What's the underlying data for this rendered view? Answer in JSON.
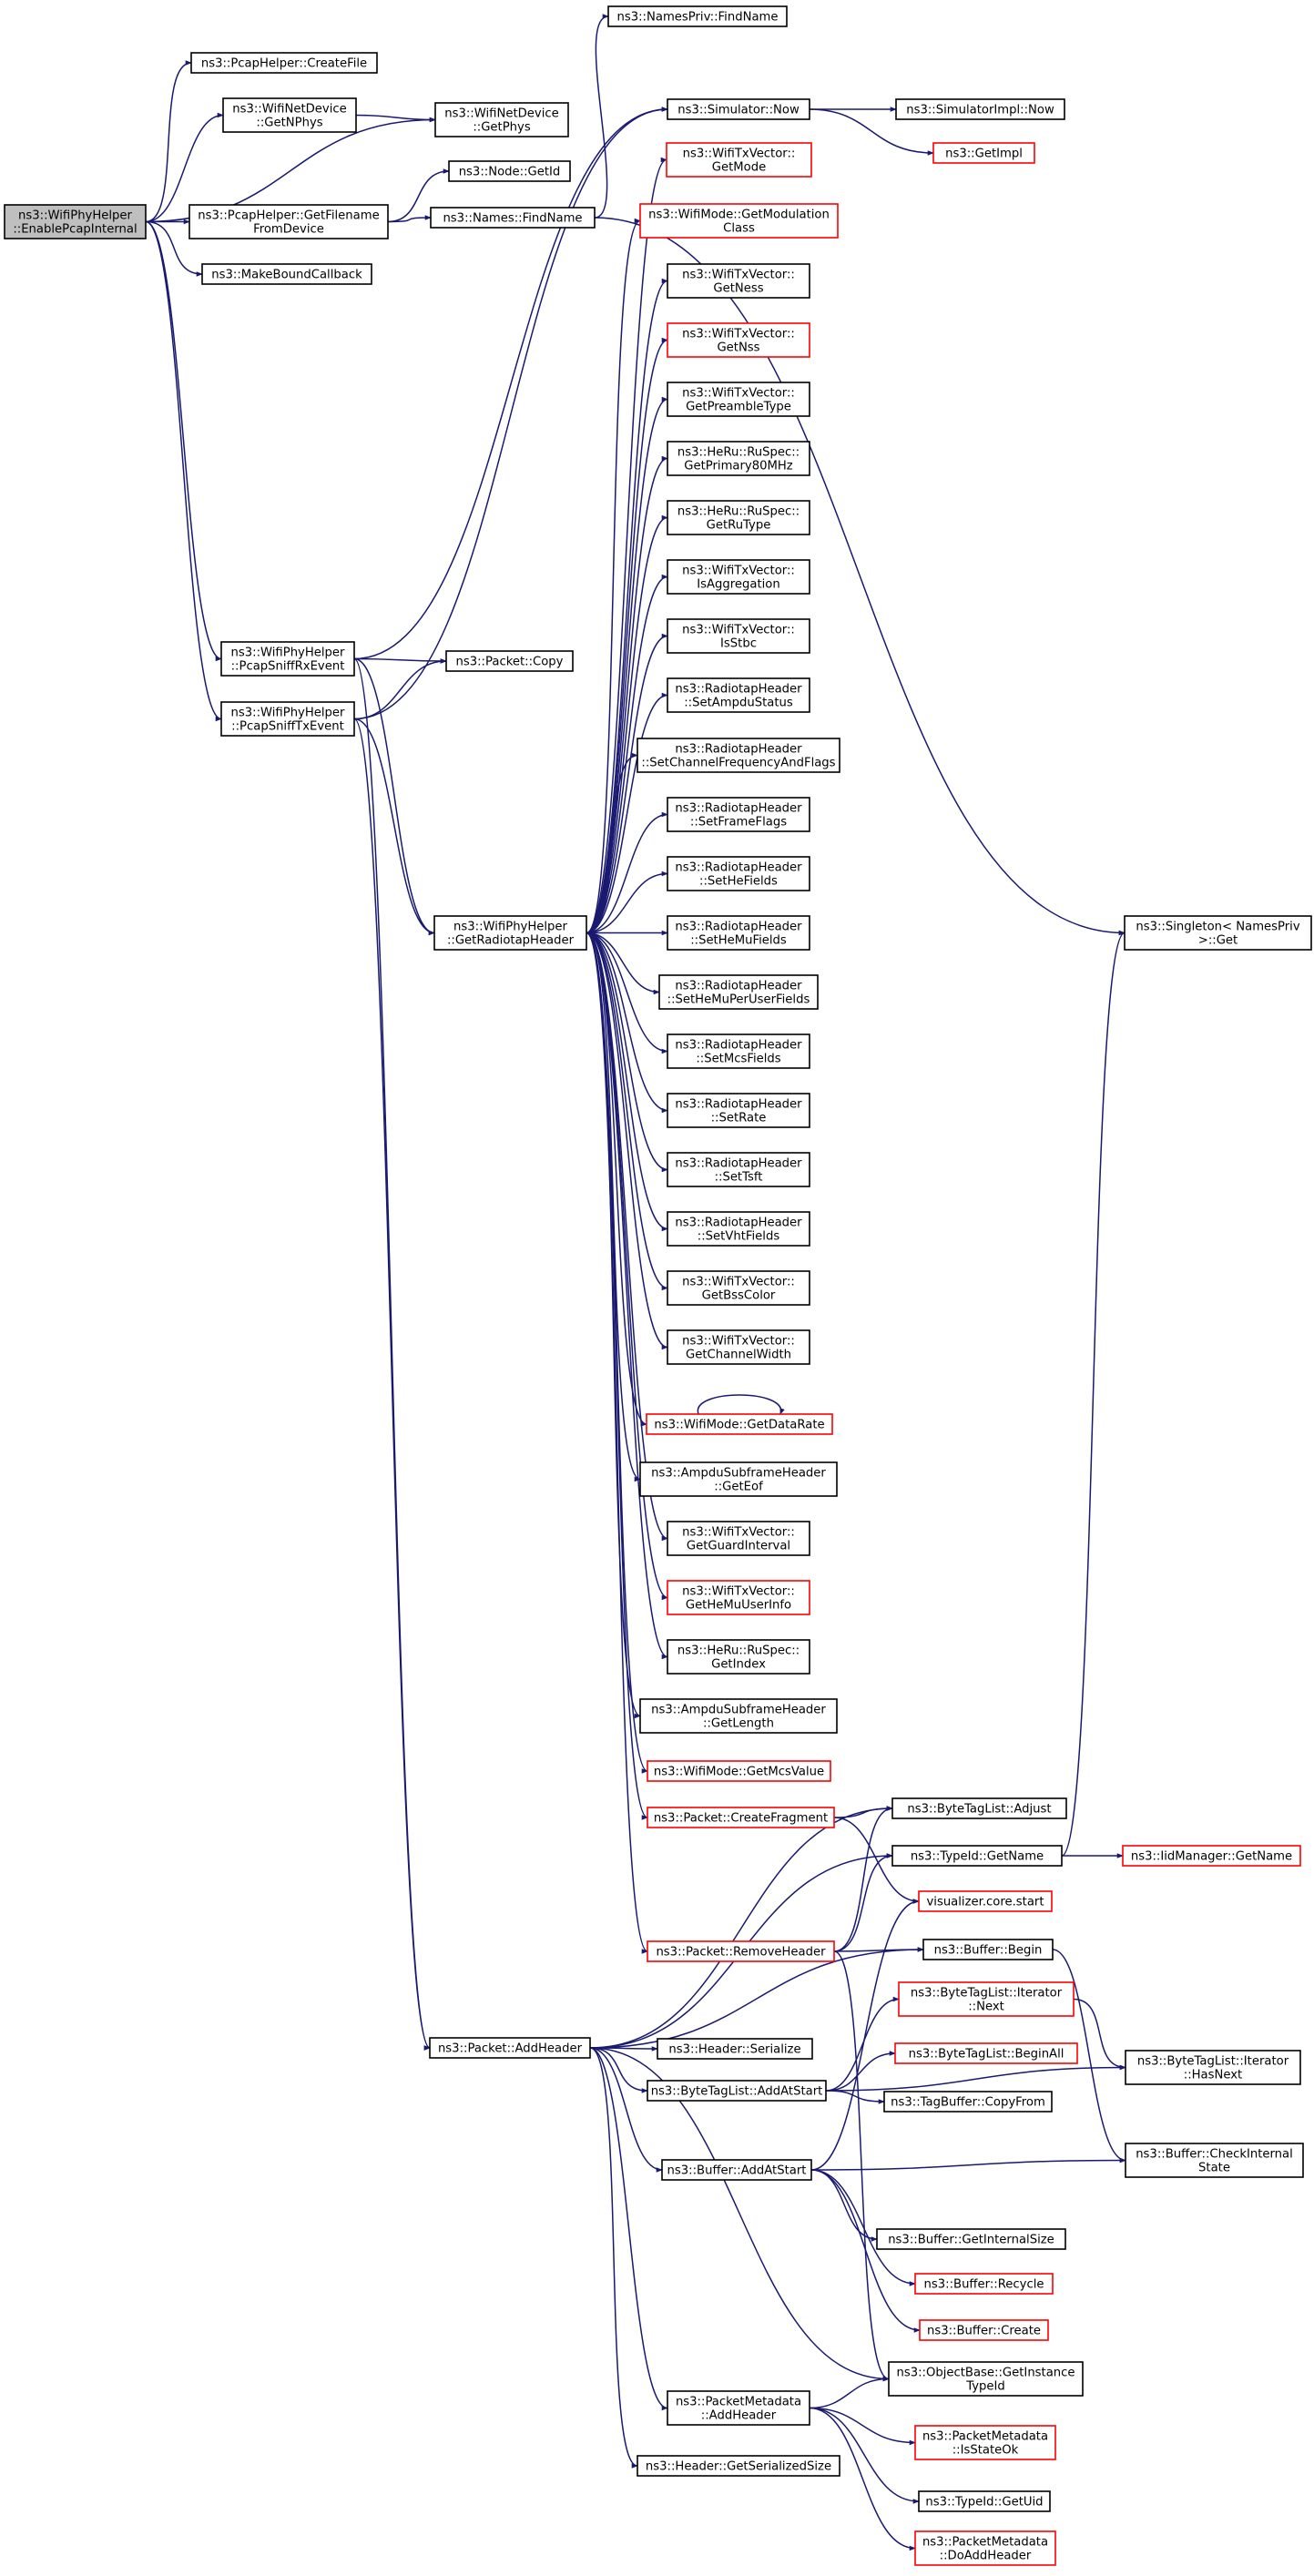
{
  "diagram": {
    "colors": {
      "edge": "#191970",
      "border_normal": "#000000",
      "border_truncated": "#ff0000",
      "fill_normal": "#ffffff",
      "fill_root": "#bfbfbf"
    },
    "nodes": [
      {
        "id": "root",
        "lines": [
          "ns3::WifiPhyHelper",
          "::EnablePcapInternal"
        ],
        "style": "root"
      },
      {
        "id": "pcap_create",
        "lines": [
          "ns3::PcapHelper::CreateFile"
        ],
        "style": "normal"
      },
      {
        "id": "getnphys",
        "lines": [
          "ns3::WifiNetDevice",
          "::GetNPhys"
        ],
        "style": "normal"
      },
      {
        "id": "getphys",
        "lines": [
          "ns3::WifiNetDevice",
          "::GetPhys"
        ],
        "style": "normal"
      },
      {
        "id": "getfilename",
        "lines": [
          "ns3::PcapHelper::GetFilename",
          "FromDevice"
        ],
        "style": "normal"
      },
      {
        "id": "node_getid",
        "lines": [
          "ns3::Node::GetId"
        ],
        "style": "normal"
      },
      {
        "id": "names_find",
        "lines": [
          "ns3::Names::FindName"
        ],
        "style": "normal"
      },
      {
        "id": "makebound",
        "lines": [
          "ns3::MakeBoundCallback"
        ],
        "style": "normal"
      },
      {
        "id": "namespriv_find",
        "lines": [
          "ns3::NamesPriv::FindName"
        ],
        "style": "normal"
      },
      {
        "id": "sim_now",
        "lines": [
          "ns3::Simulator::Now"
        ],
        "style": "normal"
      },
      {
        "id": "simimpl_now",
        "lines": [
          "ns3::SimulatorImpl::Now"
        ],
        "style": "normal"
      },
      {
        "id": "getimpl",
        "lines": [
          "ns3::GetImpl"
        ],
        "style": "truncated"
      },
      {
        "id": "tx_getmode",
        "lines": [
          "ns3::WifiTxVector::",
          "GetMode"
        ],
        "style": "truncated"
      },
      {
        "id": "mode_modclass",
        "lines": [
          "ns3::WifiMode::GetModulation",
          "Class"
        ],
        "style": "truncated"
      },
      {
        "id": "tx_getness",
        "lines": [
          "ns3::WifiTxVector::",
          "GetNess"
        ],
        "style": "normal"
      },
      {
        "id": "tx_getnss",
        "lines": [
          "ns3::WifiTxVector::",
          "GetNss"
        ],
        "style": "truncated"
      },
      {
        "id": "tx_getpreamble",
        "lines": [
          "ns3::WifiTxVector::",
          "GetPreambleType"
        ],
        "style": "normal"
      },
      {
        "id": "heru_primary",
        "lines": [
          "ns3::HeRu::RuSpec::",
          "GetPrimary80MHz"
        ],
        "style": "normal"
      },
      {
        "id": "heru_rutype",
        "lines": [
          "ns3::HeRu::RuSpec::",
          "GetRuType"
        ],
        "style": "normal"
      },
      {
        "id": "tx_isagg",
        "lines": [
          "ns3::WifiTxVector::",
          "IsAggregation"
        ],
        "style": "normal"
      },
      {
        "id": "tx_isstbc",
        "lines": [
          "ns3::WifiTxVector::",
          "IsStbc"
        ],
        "style": "normal"
      },
      {
        "id": "rt_ampdu",
        "lines": [
          "ns3::RadiotapHeader",
          "::SetAmpduStatus"
        ],
        "style": "normal"
      },
      {
        "id": "rt_chan",
        "lines": [
          "ns3::RadiotapHeader",
          "::SetChannelFrequencyAndFlags"
        ],
        "style": "normal"
      },
      {
        "id": "rt_frameflags",
        "lines": [
          "ns3::RadiotapHeader",
          "::SetFrameFlags"
        ],
        "style": "normal"
      },
      {
        "id": "rt_he",
        "lines": [
          "ns3::RadiotapHeader",
          "::SetHeFields"
        ],
        "style": "normal"
      },
      {
        "id": "rt_hemu",
        "lines": [
          "ns3::RadiotapHeader",
          "::SetHeMuFields"
        ],
        "style": "normal"
      },
      {
        "id": "rt_hemuper",
        "lines": [
          "ns3::RadiotapHeader",
          "::SetHeMuPerUserFields"
        ],
        "style": "normal"
      },
      {
        "id": "rt_mcs",
        "lines": [
          "ns3::RadiotapHeader",
          "::SetMcsFields"
        ],
        "style": "normal"
      },
      {
        "id": "rt_rate",
        "lines": [
          "ns3::RadiotapHeader",
          "::SetRate"
        ],
        "style": "normal"
      },
      {
        "id": "rt_tsft",
        "lines": [
          "ns3::RadiotapHeader",
          "::SetTsft"
        ],
        "style": "normal"
      },
      {
        "id": "rt_vht",
        "lines": [
          "ns3::RadiotapHeader",
          "::SetVhtFields"
        ],
        "style": "normal"
      },
      {
        "id": "tx_bss",
        "lines": [
          "ns3::WifiTxVector::",
          "GetBssColor"
        ],
        "style": "normal"
      },
      {
        "id": "tx_chw",
        "lines": [
          "ns3::WifiTxVector::",
          "GetChannelWidth"
        ],
        "style": "normal"
      },
      {
        "id": "mode_datarate",
        "lines": [
          "ns3::WifiMode::GetDataRate"
        ],
        "style": "truncated"
      },
      {
        "id": "ampdu_eof",
        "lines": [
          "ns3::AmpduSubframeHeader",
          "::GetEof"
        ],
        "style": "normal"
      },
      {
        "id": "tx_guard",
        "lines": [
          "ns3::WifiTxVector::",
          "GetGuardInterval"
        ],
        "style": "normal"
      },
      {
        "id": "tx_hemu",
        "lines": [
          "ns3::WifiTxVector::",
          "GetHeMuUserInfo"
        ],
        "style": "truncated"
      },
      {
        "id": "heru_index",
        "lines": [
          "ns3::HeRu::RuSpec::",
          "GetIndex"
        ],
        "style": "normal"
      },
      {
        "id": "ampdu_len",
        "lines": [
          "ns3::AmpduSubframeHeader",
          "::GetLength"
        ],
        "style": "normal"
      },
      {
        "id": "mode_mcs",
        "lines": [
          "ns3::WifiMode::GetMcsValue"
        ],
        "style": "truncated"
      },
      {
        "id": "pkt_frag",
        "lines": [
          "ns3::Packet::CreateFragment"
        ],
        "style": "truncated"
      },
      {
        "id": "singleton",
        "lines": [
          "ns3::Singleton< NamesPriv",
          " >::Get"
        ],
        "style": "normal"
      },
      {
        "id": "rx_event",
        "lines": [
          "ns3::WifiPhyHelper",
          "::PcapSniffRxEvent"
        ],
        "style": "normal"
      },
      {
        "id": "tx_event",
        "lines": [
          "ns3::WifiPhyHelper",
          "::PcapSniffTxEvent"
        ],
        "style": "normal"
      },
      {
        "id": "pkt_copy",
        "lines": [
          "ns3::Packet::Copy"
        ],
        "style": "normal"
      },
      {
        "id": "radiotap",
        "lines": [
          "ns3::WifiPhyHelper",
          "::GetRadiotapHeader"
        ],
        "style": "normal"
      },
      {
        "id": "btl_adjust",
        "lines": [
          "ns3::ByteTagList::Adjust"
        ],
        "style": "normal"
      },
      {
        "id": "typeid_name",
        "lines": [
          "ns3::TypeId::GetName"
        ],
        "style": "normal"
      },
      {
        "id": "iid_name",
        "lines": [
          "ns3::IidManager::GetName"
        ],
        "style": "truncated"
      },
      {
        "id": "viz",
        "lines": [
          "visualizer.core.start"
        ],
        "style": "truncated"
      },
      {
        "id": "pkt_remove",
        "lines": [
          "ns3::Packet::RemoveHeader"
        ],
        "style": "truncated"
      },
      {
        "id": "buf_begin",
        "lines": [
          "ns3::Buffer::Begin"
        ],
        "style": "normal"
      },
      {
        "id": "btl_iter_next",
        "lines": [
          "ns3::ByteTagList::Iterator",
          "::Next"
        ],
        "style": "truncated"
      },
      {
        "id": "btl_beginall",
        "lines": [
          "ns3::ByteTagList::BeginAll"
        ],
        "style": "truncated"
      },
      {
        "id": "btl_iter_hasnext",
        "lines": [
          "ns3::ByteTagList::Iterator",
          "::HasNext"
        ],
        "style": "normal"
      },
      {
        "id": "pkt_addheader",
        "lines": [
          "ns3::Packet::AddHeader"
        ],
        "style": "normal"
      },
      {
        "id": "hdr_serialize",
        "lines": [
          "ns3::Header::Serialize"
        ],
        "style": "normal"
      },
      {
        "id": "btl_addatstart",
        "lines": [
          "ns3::ByteTagList::AddAtStart"
        ],
        "style": "normal"
      },
      {
        "id": "tagbuf_copy",
        "lines": [
          "ns3::TagBuffer::CopyFrom"
        ],
        "style": "normal"
      },
      {
        "id": "buf_check",
        "lines": [
          "ns3::Buffer::CheckInternal",
          "State"
        ],
        "style": "normal"
      },
      {
        "id": "buf_addatstart",
        "lines": [
          "ns3::Buffer::AddAtStart"
        ],
        "style": "normal"
      },
      {
        "id": "buf_intsize",
        "lines": [
          "ns3::Buffer::GetInternalSize"
        ],
        "style": "normal"
      },
      {
        "id": "buf_recycle",
        "lines": [
          "ns3::Buffer::Recycle"
        ],
        "style": "truncated"
      },
      {
        "id": "buf_create",
        "lines": [
          "ns3::Buffer::Create"
        ],
        "style": "truncated"
      },
      {
        "id": "objbase_typeid",
        "lines": [
          "ns3::ObjectBase::GetInstance",
          "TypeId"
        ],
        "style": "normal"
      },
      {
        "id": "pm_addheader",
        "lines": [
          "ns3::PacketMetadata",
          "::AddHeader"
        ],
        "style": "normal"
      },
      {
        "id": "pm_isstateok",
        "lines": [
          "ns3::PacketMetadata",
          "::IsStateOk"
        ],
        "style": "truncated"
      },
      {
        "id": "hdr_sersize",
        "lines": [
          "ns3::Header::GetSerializedSize"
        ],
        "style": "normal"
      },
      {
        "id": "typeid_uid",
        "lines": [
          "ns3::TypeId::GetUid"
        ],
        "style": "normal"
      },
      {
        "id": "pm_doadd",
        "lines": [
          "ns3::PacketMetadata",
          "::DoAddHeader"
        ],
        "style": "truncated"
      }
    ],
    "edges": [
      {
        "from": "root",
        "to": "pcap_create"
      },
      {
        "from": "root",
        "to": "getnphys"
      },
      {
        "from": "root",
        "to": "getphys"
      },
      {
        "from": "root",
        "to": "getfilename"
      },
      {
        "from": "root",
        "to": "makebound"
      },
      {
        "from": "root",
        "to": "rx_event"
      },
      {
        "from": "root",
        "to": "tx_event"
      },
      {
        "from": "getnphys",
        "to": "getphys"
      },
      {
        "from": "getfilename",
        "to": "node_getid"
      },
      {
        "from": "getfilename",
        "to": "names_find"
      },
      {
        "from": "names_find",
        "to": "namespriv_find"
      },
      {
        "from": "names_find",
        "to": "singleton"
      },
      {
        "from": "sim_now",
        "to": "simimpl_now"
      },
      {
        "from": "sim_now",
        "to": "getimpl"
      },
      {
        "from": "rx_event",
        "to": "sim_now"
      },
      {
        "from": "rx_event",
        "to": "pkt_copy"
      },
      {
        "from": "rx_event",
        "to": "radiotap"
      },
      {
        "from": "rx_event",
        "to": "pkt_addheader"
      },
      {
        "from": "tx_event",
        "to": "sim_now"
      },
      {
        "from": "tx_event",
        "to": "pkt_copy"
      },
      {
        "from": "tx_event",
        "to": "radiotap"
      },
      {
        "from": "tx_event",
        "to": "pkt_addheader"
      },
      {
        "from": "radiotap",
        "to": "tx_getmode"
      },
      {
        "from": "radiotap",
        "to": "mode_modclass"
      },
      {
        "from": "radiotap",
        "to": "tx_getness"
      },
      {
        "from": "radiotap",
        "to": "tx_getnss"
      },
      {
        "from": "radiotap",
        "to": "tx_getpreamble"
      },
      {
        "from": "radiotap",
        "to": "heru_primary"
      },
      {
        "from": "radiotap",
        "to": "heru_rutype"
      },
      {
        "from": "radiotap",
        "to": "tx_isagg"
      },
      {
        "from": "radiotap",
        "to": "tx_isstbc"
      },
      {
        "from": "radiotap",
        "to": "rt_ampdu"
      },
      {
        "from": "radiotap",
        "to": "rt_chan"
      },
      {
        "from": "radiotap",
        "to": "rt_frameflags"
      },
      {
        "from": "radiotap",
        "to": "rt_he"
      },
      {
        "from": "radiotap",
        "to": "rt_hemu"
      },
      {
        "from": "radiotap",
        "to": "rt_hemuper"
      },
      {
        "from": "radiotap",
        "to": "rt_mcs"
      },
      {
        "from": "radiotap",
        "to": "rt_rate"
      },
      {
        "from": "radiotap",
        "to": "rt_tsft"
      },
      {
        "from": "radiotap",
        "to": "rt_vht"
      },
      {
        "from": "radiotap",
        "to": "tx_bss"
      },
      {
        "from": "radiotap",
        "to": "tx_chw"
      },
      {
        "from": "radiotap",
        "to": "mode_datarate"
      },
      {
        "from": "radiotap",
        "to": "ampdu_eof"
      },
      {
        "from": "radiotap",
        "to": "tx_guard"
      },
      {
        "from": "radiotap",
        "to": "tx_hemu"
      },
      {
        "from": "radiotap",
        "to": "heru_index"
      },
      {
        "from": "radiotap",
        "to": "ampdu_len"
      },
      {
        "from": "radiotap",
        "to": "mode_mcs"
      },
      {
        "from": "radiotap",
        "to": "pkt_frag"
      },
      {
        "from": "radiotap",
        "to": "pkt_remove"
      },
      {
        "from": "mode_datarate",
        "to": "mode_datarate"
      },
      {
        "from": "pkt_frag",
        "to": "btl_adjust"
      },
      {
        "from": "pkt_frag",
        "to": "viz"
      },
      {
        "from": "typeid_name",
        "to": "iid_name"
      },
      {
        "from": "typeid_name",
        "to": "singleton"
      },
      {
        "from": "pkt_remove",
        "to": "btl_adjust"
      },
      {
        "from": "pkt_remove",
        "to": "typeid_name"
      },
      {
        "from": "pkt_remove",
        "to": "buf_begin"
      },
      {
        "from": "pkt_remove",
        "to": "objbase_typeid"
      },
      {
        "from": "buf_begin",
        "to": "buf_check"
      },
      {
        "from": "btl_iter_next",
        "to": "btl_iter_hasnext"
      },
      {
        "from": "pkt_addheader",
        "to": "btl_adjust"
      },
      {
        "from": "pkt_addheader",
        "to": "typeid_name"
      },
      {
        "from": "pkt_addheader",
        "to": "buf_begin"
      },
      {
        "from": "pkt_addheader",
        "to": "hdr_serialize"
      },
      {
        "from": "pkt_addheader",
        "to": "btl_addatstart"
      },
      {
        "from": "pkt_addheader",
        "to": "buf_addatstart"
      },
      {
        "from": "pkt_addheader",
        "to": "objbase_typeid"
      },
      {
        "from": "pkt_addheader",
        "to": "pm_addheader"
      },
      {
        "from": "pkt_addheader",
        "to": "hdr_sersize"
      },
      {
        "from": "btl_addatstart",
        "to": "btl_iter_next"
      },
      {
        "from": "btl_addatstart",
        "to": "btl_beginall"
      },
      {
        "from": "btl_addatstart",
        "to": "tagbuf_copy"
      },
      {
        "from": "btl_addatstart",
        "to": "btl_iter_hasnext"
      },
      {
        "from": "buf_addatstart",
        "to": "viz"
      },
      {
        "from": "buf_addatstart",
        "to": "buf_check"
      },
      {
        "from": "buf_addatstart",
        "to": "buf_intsize"
      },
      {
        "from": "buf_addatstart",
        "to": "buf_recycle"
      },
      {
        "from": "buf_addatstart",
        "to": "buf_create"
      },
      {
        "from": "pm_addheader",
        "to": "objbase_typeid"
      },
      {
        "from": "pm_addheader",
        "to": "pm_isstateok"
      },
      {
        "from": "pm_addheader",
        "to": "typeid_uid"
      },
      {
        "from": "pm_addheader",
        "to": "pm_doadd"
      }
    ]
  }
}
